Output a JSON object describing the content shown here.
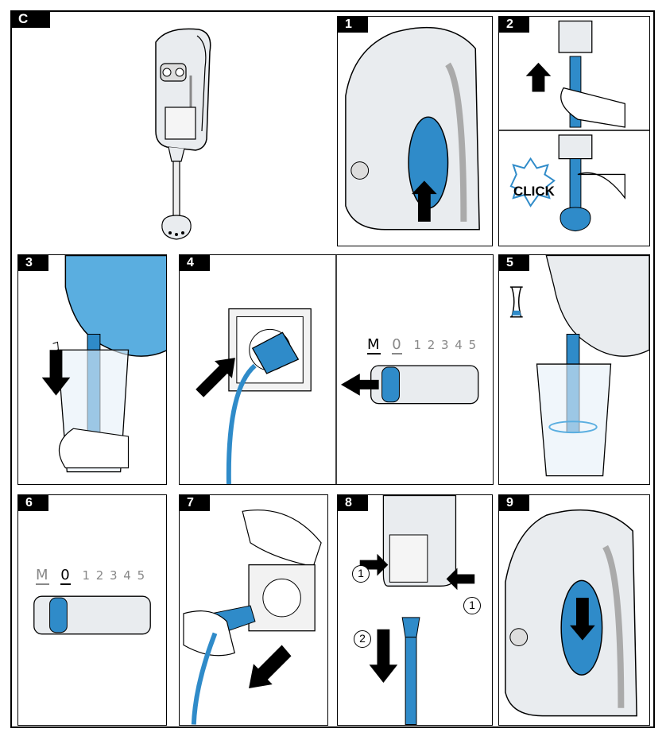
{
  "section_label": "C",
  "steps": {
    "s1": "1",
    "s2": "2",
    "s3": "3",
    "s4": "4",
    "s5": "5",
    "s6": "6",
    "s7": "7",
    "s8": "8",
    "s9": "9"
  },
  "click_text": "CLICK",
  "speed_selector": {
    "m": "M",
    "zero": "0",
    "levels": [
      "1",
      "2",
      "3",
      "4",
      "5"
    ]
  },
  "release_marks": {
    "a": "1",
    "b": "1",
    "c": "2"
  },
  "colors": {
    "accent": "#2f8bc9",
    "accent_light": "#5aaee0",
    "housing": "#e9ecef",
    "outline": "#000000"
  }
}
